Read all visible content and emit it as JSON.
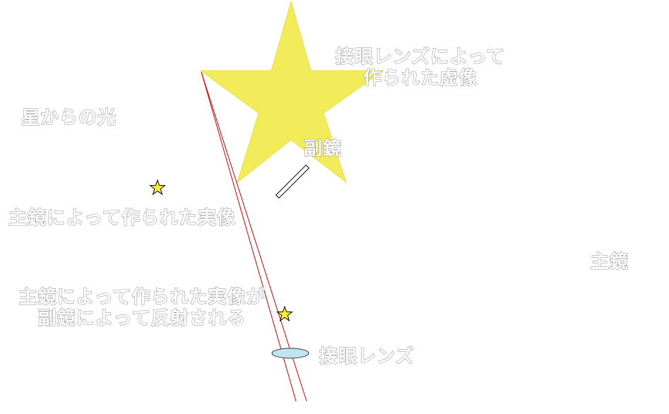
{
  "labels": {
    "star_light": "星からの光",
    "virtual_image_line1": "接眼レンズによって",
    "virtual_image_line2": "作られた虚像",
    "secondary_mirror": "副鏡",
    "real_image": "主鏡によって作られた実像",
    "primary_mirror": "主鏡",
    "reflected_line1": "主鏡によって作られた実像が",
    "reflected_line2": "副鏡によって反射される",
    "eyepiece": "接眼レンズ"
  },
  "colors": {
    "star_fill": "#f2ec5a",
    "star_outline": "#000000",
    "ray": "#cc0000",
    "lens_fill": "#bfe6ef",
    "label_outline": "#8c8c8c"
  },
  "icons": {
    "big_star": "star-icon",
    "small_star": "star-icon",
    "eyepiece": "ellipse-lens",
    "secondary_mirror": "flat-mirror"
  }
}
